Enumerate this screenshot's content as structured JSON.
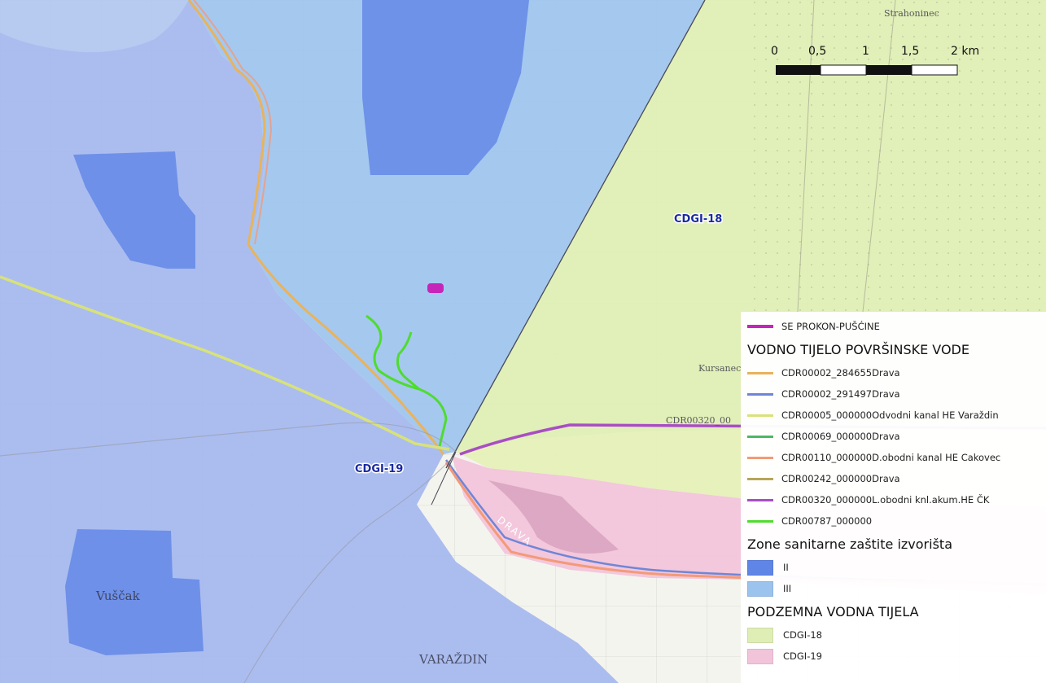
{
  "map": {
    "zone_labels": {
      "cdgi18": "CDGI-18",
      "cdgi19": "CDGI-19"
    },
    "place_labels": {
      "varazdin": "VARAŽDIN",
      "vuscak": "Vuščak",
      "kursanec": "Kursanec",
      "strahoninec": "Strahoninec",
      "drava_river": "DRAVA",
      "cdr_river_label": "CDR00320_00"
    },
    "scale_bar": {
      "ticks": [
        "0",
        "0,5",
        "1",
        "1,5",
        "2 km"
      ]
    },
    "colors": {
      "cdgi18_fill": "#dfeeb4",
      "cdgi19_fill": "#f2c4da",
      "zone_ii": "#5f85e6",
      "zone_iii": "#9cc3ee",
      "base_map": "#f4f4ef",
      "prokon": "#c526b9",
      "drava_284655": "#e8b35c",
      "drava_291497": "#6f86d6",
      "odvodni_kanal": "#d8e27a",
      "drava_069": "#4cb964",
      "obodni_kanal": "#f39a78",
      "drava_242": "#b8a55a",
      "akum_kanal": "#a94dc4",
      "cdr00787": "#4fdc2e"
    }
  },
  "legend": {
    "prokon": {
      "label": "SE PROKON-PUŠĆINE",
      "color": "#c526b9"
    },
    "surface_water_heading": "VODNO TIJELO POVRŠINSKE VODE",
    "surface_water_items": [
      {
        "label": "CDR00002_284655Drava",
        "color": "#e8b35c"
      },
      {
        "label": "CDR00002_291497Drava",
        "color": "#6f86d6"
      },
      {
        "label": "CDR00005_000000Odvodni kanal HE Varaždin",
        "color": "#d8e27a"
      },
      {
        "label": "CDR00069_000000Drava",
        "color": "#4cb964"
      },
      {
        "label": "CDR00110_000000D.obodni kanal HE Cakovec",
        "color": "#f39a78"
      },
      {
        "label": "CDR00242_000000Drava",
        "color": "#b8a55a"
      },
      {
        "label": "CDR00320_000000L.obodni knl.akum.HE ČK",
        "color": "#a94dc4"
      },
      {
        "label": "CDR00787_000000",
        "color": "#4fdc2e"
      }
    ],
    "sanitary_heading": "Zone sanitarne zaštite izvorišta",
    "sanitary_items": [
      {
        "label": "II",
        "color": "#5f85e6"
      },
      {
        "label": "III",
        "color": "#9cc3ee"
      }
    ],
    "groundwater_heading": "PODZEMNA VODNA TIJELA",
    "groundwater_items": [
      {
        "label": "CDGI-18",
        "color": "#dfeeb4"
      },
      {
        "label": "CDGI-19",
        "color": "#f2c4da"
      }
    ]
  }
}
